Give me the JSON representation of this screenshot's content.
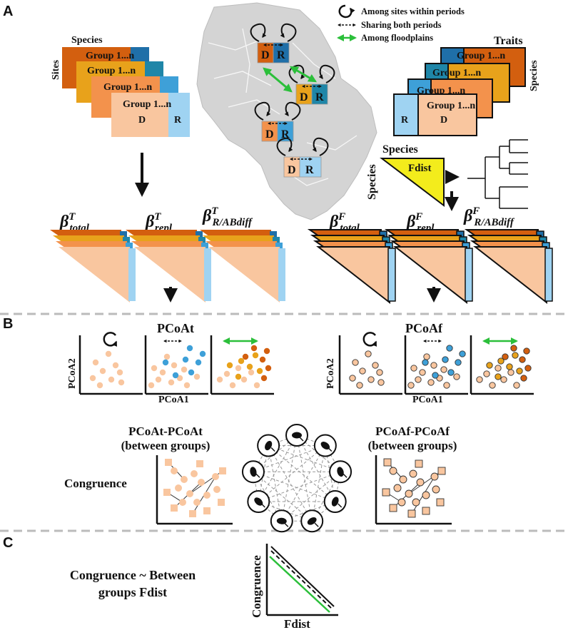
{
  "panels": {
    "a": "A",
    "b": "B",
    "c": "C"
  },
  "legend": {
    "within": "Among sites within periods",
    "sharing": "Sharing both periods",
    "floodplains": "Among floodplains"
  },
  "left_stack": {
    "species": "Species",
    "sites": "Sites",
    "group": "Group 1...n",
    "d": "D",
    "r": "R"
  },
  "right_stack": {
    "traits": "Traits",
    "species": "Species",
    "group": "Group 1...n",
    "d": "D",
    "r": "R"
  },
  "fdist": {
    "label": "Fdist",
    "species_top": "Species",
    "species_left": "Species"
  },
  "beta": {
    "t_total_base": "β",
    "t_total_sup": "T",
    "t_total_sub": "total",
    "t_repl_base": "β",
    "t_repl_sup": "T",
    "t_repl_sub": "repl",
    "t_rab_base": "β",
    "t_rab_sup": "T",
    "t_rab_sub": "R/ABdiff",
    "f_total_base": "β",
    "f_total_sup": "F",
    "f_total_sub": "total",
    "f_repl_base": "β",
    "f_repl_sup": "F",
    "f_repl_sub": "repl",
    "f_rab_base": "β",
    "f_rab_sup": "F",
    "f_rab_sub": "R/ABdiff"
  },
  "map_markers": {
    "d": "D",
    "r": "R"
  },
  "pcoa": {
    "t_title": "PCoAt",
    "f_title": "PCoAf",
    "x_label": "PCoA1",
    "y_label": "PCoA2"
  },
  "congruence": {
    "label": "Congruence",
    "t_title_1": "PCoAt-PCoAt",
    "t_title_2": "(between groups)",
    "f_title_1": "PCoAf-PCoAf",
    "f_title_2": "(between groups)"
  },
  "panel_c": {
    "model_1": "Congruence ~ Between",
    "model_2": "groups Fdist",
    "y_label": "Congruence",
    "x_label": "Fdist"
  },
  "colors": {
    "dark_orange": "#d35f0f",
    "amber": "#e8a21b",
    "orange": "#f3924c",
    "peach": "#f9c69f",
    "light_blue": "#9fd3f2",
    "mid_blue": "#3ea0d8",
    "dark_blue": "#1f6fa8",
    "teal": "#1f86a8",
    "yellow": "#f3ec1c",
    "green": "#2bbf3a",
    "gray_map": "#d4d4d4"
  },
  "icons": [
    "fish-icon",
    "tadpole-icon",
    "zooplankton-icon",
    "phytoplankton-icon",
    "bacteria-icon",
    "protist-icon",
    "plant-icon",
    "insect-icon",
    "macrophyte-icon"
  ]
}
